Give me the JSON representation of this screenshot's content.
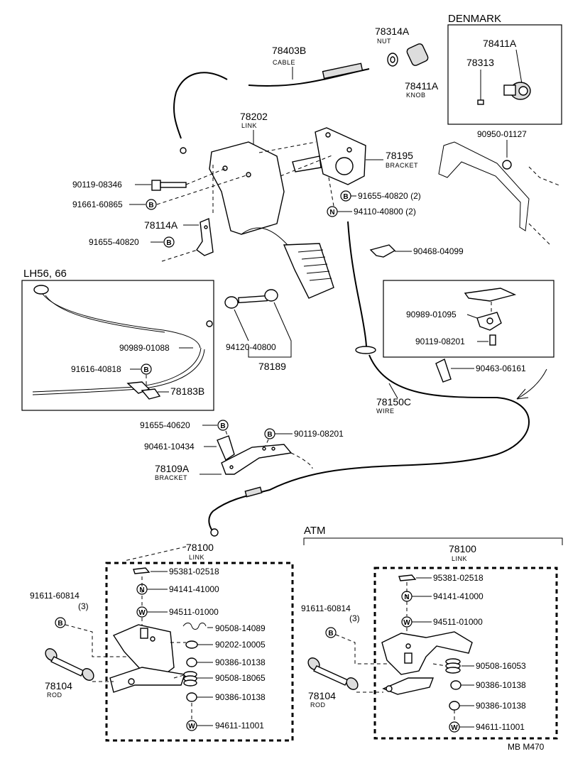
{
  "regions": {
    "denmark": "DENMARK",
    "lh": "LH56, 66",
    "atm": "ATM"
  },
  "footer": "MB  M470",
  "symbols": {
    "b": "B",
    "n": "N",
    "w": "W"
  },
  "parts": {
    "p78314A": "78314A",
    "nut": "NUT",
    "p78403B": "78403B",
    "cable": "CABLE",
    "p78411A_knob": "78411A",
    "knob": "KNOB",
    "p78411A_dk": "78411A",
    "p78313": "78313",
    "p90950": "90950-01127",
    "p78202": "78202",
    "link1": "LINK",
    "p78195": "78195",
    "bracket1": "BRACKET",
    "p90119_08346": "90119-08346",
    "p91661": "91661-60865",
    "p91655_40820_r": "91655-40820 (2)",
    "p94110": "94110-40800 (2)",
    "p78114A": "78114A",
    "p91655_40820_l": "91655-40820",
    "p90468": "90468-04099",
    "p90989_01088": "90989-01088",
    "p91616": "91616-40818",
    "p78183B": "78183B",
    "p94120": "94120-40800",
    "p78189": "78189",
    "p90989_01095": "90989-01095",
    "p90119_08201_box": "90119-08201",
    "p90463": "90463-06161",
    "p78150C": "78150C",
    "wire": "WIRE",
    "p91655_40620": "91655-40620",
    "p90119_08201": "90119-08201",
    "p90461": "90461-10434",
    "p78109A": "78109A",
    "bracket2": "BRACKET",
    "p78100_l": "78100",
    "link_l": "LINK",
    "p95381_l": "95381-02518",
    "p94141_l": "94141-41000",
    "p94511_l": "94511-01000",
    "p91611_l": "91611-60814",
    "p3_l": "(3)",
    "p90508_14089": "90508-14089",
    "p90202": "90202-10005",
    "p90386_l1": "90386-10138",
    "p90508_18065": "90508-18065",
    "p90386_l2": "90386-10138",
    "p94611_l": "94611-11001",
    "p78104_l": "78104",
    "rod_l": "ROD",
    "p78100_r": "78100",
    "link_r": "LINK",
    "p95381_r": "95381-02518",
    "p94141_r": "94141-41000",
    "p94511_r": "94511-01000",
    "p91611_r": "91611-60814",
    "p3_r": "(3)",
    "p90508_16053": "90508-16053",
    "p90386_r1": "90386-10138",
    "p90386_r2": "90386-10138",
    "p94611_r": "94611-11001",
    "p78104_r": "78104",
    "rod_r": "ROD"
  }
}
